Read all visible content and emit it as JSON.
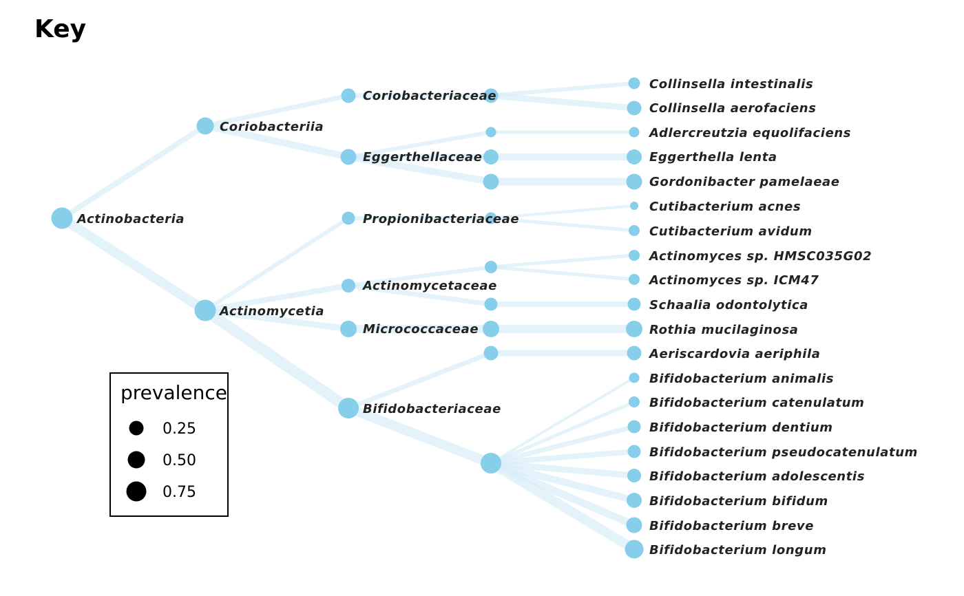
{
  "title": "Key",
  "colors": {
    "node": "#87ceeb",
    "edge": "#d9ecf8"
  },
  "tree": {
    "root": "Actinobacteria",
    "classes": [
      "Coriobacteriia",
      "Actinomycetia"
    ],
    "families": [
      "Coriobacteriaceae",
      "Eggerthellaceae",
      "Propionibacteriaceae",
      "Actinomycetaceae",
      "Micrococcaceae",
      "Bifidobacteriaceae"
    ],
    "species": [
      "Collinsella intestinalis",
      "Collinsella aerofaciens",
      "Adlercreutzia equolifaciens",
      "Eggerthella lenta",
      "Gordonibacter pamelaeae",
      "Cutibacterium acnes",
      "Cutibacterium avidum",
      "Actinomyces sp. HMSC035G02",
      "Actinomyces sp. ICM47",
      "Schaalia odontolytica",
      "Rothia mucilaginosa",
      "Aeriscardovia aeriphila",
      "Bifidobacterium animalis",
      "Bifidobacterium catenulatum",
      "Bifidobacterium dentium",
      "Bifidobacterium pseudocatenulatum",
      "Bifidobacterium adolescentis",
      "Bifidobacterium bifidum",
      "Bifidobacterium breve",
      "Bifidobacterium longum"
    ]
  },
  "legend": {
    "title": "prevalence",
    "entries": [
      {
        "label": "0.25",
        "value": 0.25
      },
      {
        "label": "0.50",
        "value": 0.5
      },
      {
        "label": "0.75",
        "value": 0.75
      }
    ]
  }
}
